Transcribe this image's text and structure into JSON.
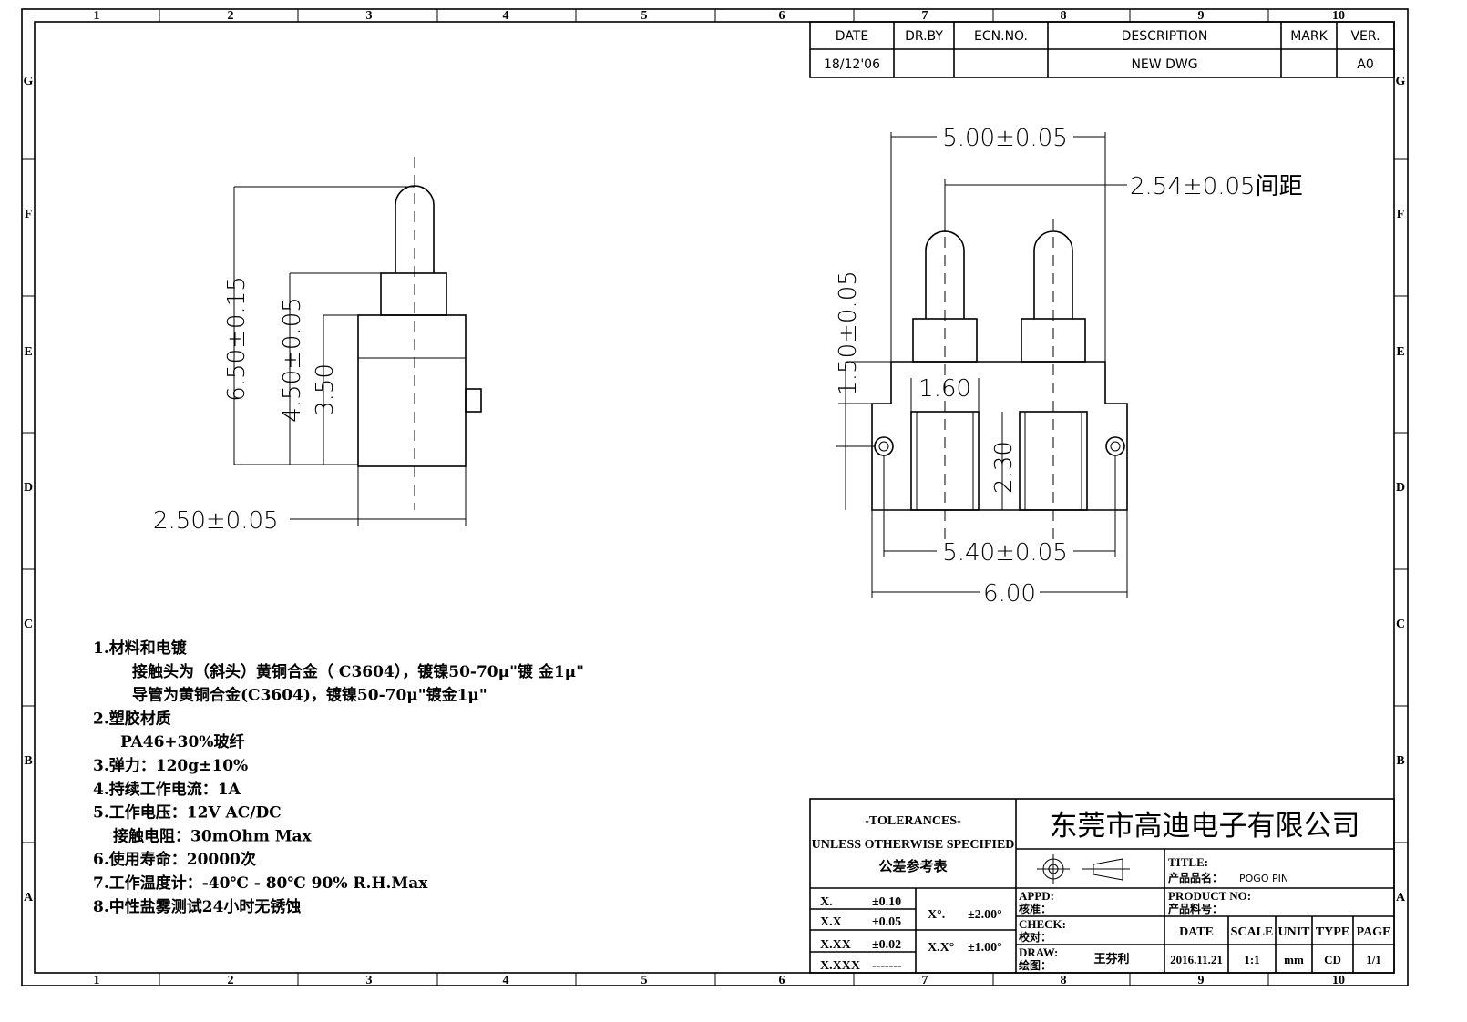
{
  "grid": {
    "columns": [
      "1",
      "2",
      "3",
      "4",
      "5",
      "6",
      "7",
      "8",
      "9",
      "10"
    ],
    "rows": [
      "G",
      "F",
      "E",
      "D",
      "C",
      "B",
      "A"
    ]
  },
  "revision_table": {
    "headers": [
      "DATE",
      "DR.BY",
      "ECN.NO.",
      "DESCRIPTION",
      "MARK",
      "VER."
    ],
    "row": [
      "18/12'06",
      "",
      "",
      "NEW DWG",
      "",
      "A0"
    ]
  },
  "side_view": {
    "dims": {
      "overall": "6.50±0.15",
      "plunger": "4.50±0.05",
      "body": "3.50",
      "width": "2.50±0.05"
    }
  },
  "front_view": {
    "dims": {
      "width_top": "5.00±0.05",
      "pitch": "2.54±0.05间距",
      "step": "1.50±0.05",
      "window": "1.60",
      "window_h": "2.30",
      "holes": "5.40±0.05",
      "overall": "6.00"
    }
  },
  "notes": [
    "1.材料和电镀",
    "接触头为（斜头）黄铜合金（ C3604），镀镍50-70μ\"镀 金1μ\"",
    "导管为黄铜合金(C3604)，镀镍50-70μ\"镀金1μ\"",
    "2.塑胶材质",
    "PA46+30%玻纤",
    "3.弹力：120g±10%",
    "4.持续工作电流：1A",
    "5.工作电压：12V AC/DC",
    "接触电阻：30mOhm Max",
    "6.使用寿命：20000次",
    "7.工作温度计：-40℃ - 80℃   90% R.H.Max",
    "8.中性盐雾测试24小时无锈蚀"
  ],
  "title_block": {
    "tolerances_title": "-TOLERANCES-",
    "tolerances_sub": "UNLESS OTHERWISE SPECIFIED",
    "tolerances_cn": "公差参考表",
    "tol": [
      [
        "X.",
        "±0.10"
      ],
      [
        "X.X",
        "±0.05"
      ],
      [
        "X.XX",
        "±0.02"
      ],
      [
        "X.XXX",
        "-------"
      ]
    ],
    "ang": [
      [
        "X°.",
        "±2.00°"
      ],
      [
        "X.X°",
        "±1.00°"
      ]
    ],
    "company": "东莞市高迪电子有限公司",
    "title_label": "TITLE:",
    "product_name_label": "产品品名：",
    "product_name": "POGO PIN",
    "appd_label": "APPD:",
    "appd_cn": "核准：",
    "product_no_label": "PRODUCT NO:",
    "product_no_cn": "产品料号：",
    "check_label": "CHECK:",
    "check_cn": "校对：",
    "draw_label": "DRAW:",
    "draw_cn": "绘图：",
    "drawer": "王芬利",
    "headers": [
      "DATE",
      "SCALE",
      "UNIT",
      "TYPE",
      "PAGE"
    ],
    "values": [
      "2016.11.21",
      "1:1",
      "mm",
      "CD",
      "1/1"
    ]
  }
}
